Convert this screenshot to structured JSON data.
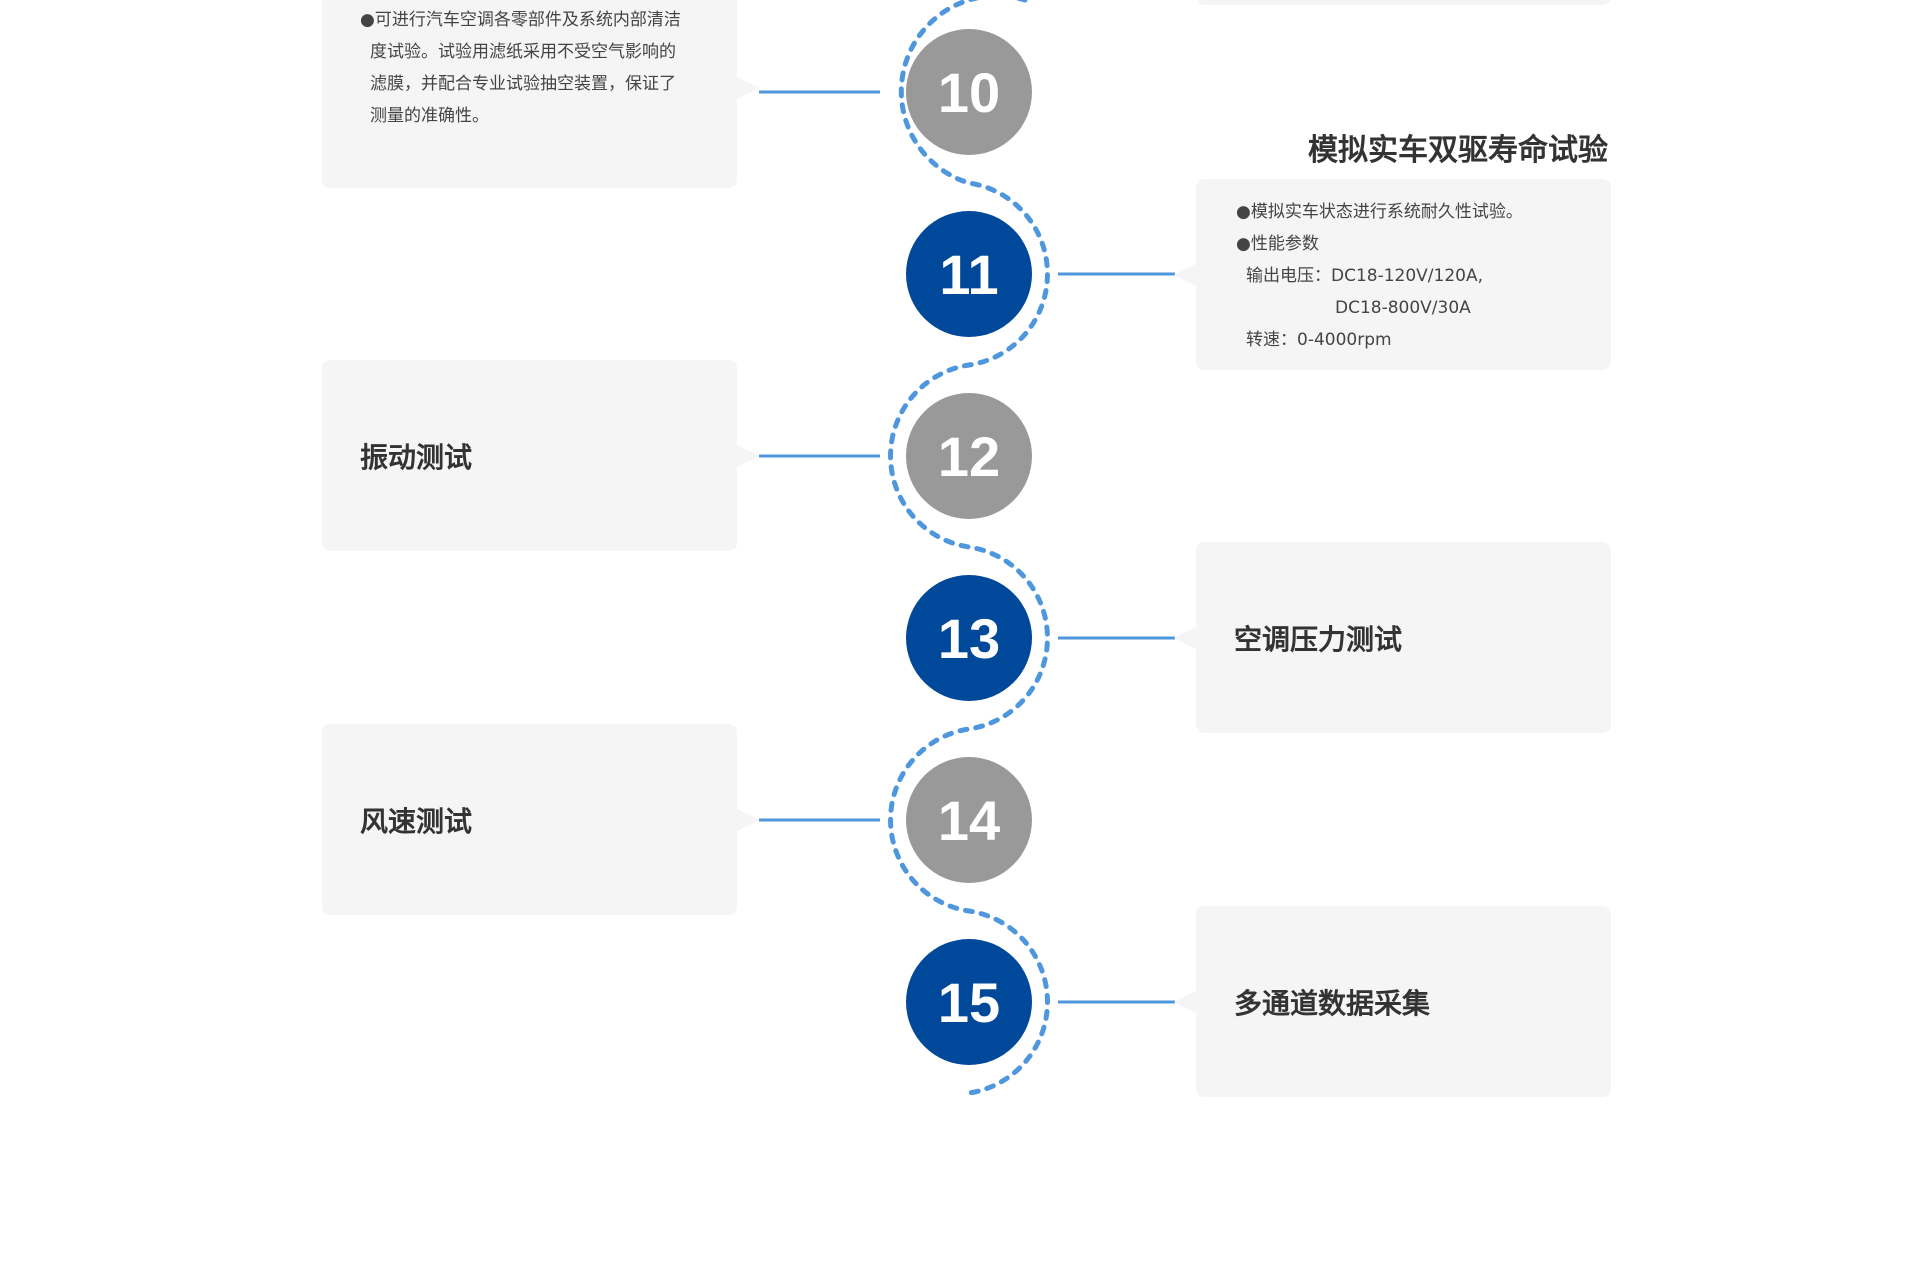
{
  "colors": {
    "connector": "#4f97dd",
    "circle_blue": "#00489a",
    "circle_gray": "#999999",
    "card_bg": "#f5f5f5"
  },
  "steps": [
    {
      "number": "10",
      "title": "",
      "description": [
        "●可进行汽车空调各零部件及系统内部清洁",
        "度试验。试验用滤纸采用不受空气影响的",
        "滤膜，并配合专业试验抽空装置，保证了",
        "测量的准确性。"
      ]
    },
    {
      "number": "11",
      "title": "模拟实车双驱寿命试验",
      "description": [
        "●模拟实车状态进行系统耐久性试验。",
        "●性能参数",
        "输出电压：DC18-120V/120A,",
        "DC18-800V/30A",
        "转速：0-4000rpm"
      ]
    },
    {
      "number": "12",
      "title": "振动测试"
    },
    {
      "number": "13",
      "title": "空调压力测试"
    },
    {
      "number": "14",
      "title": "风速测试"
    },
    {
      "number": "15",
      "title": "多通道数据采集"
    }
  ]
}
